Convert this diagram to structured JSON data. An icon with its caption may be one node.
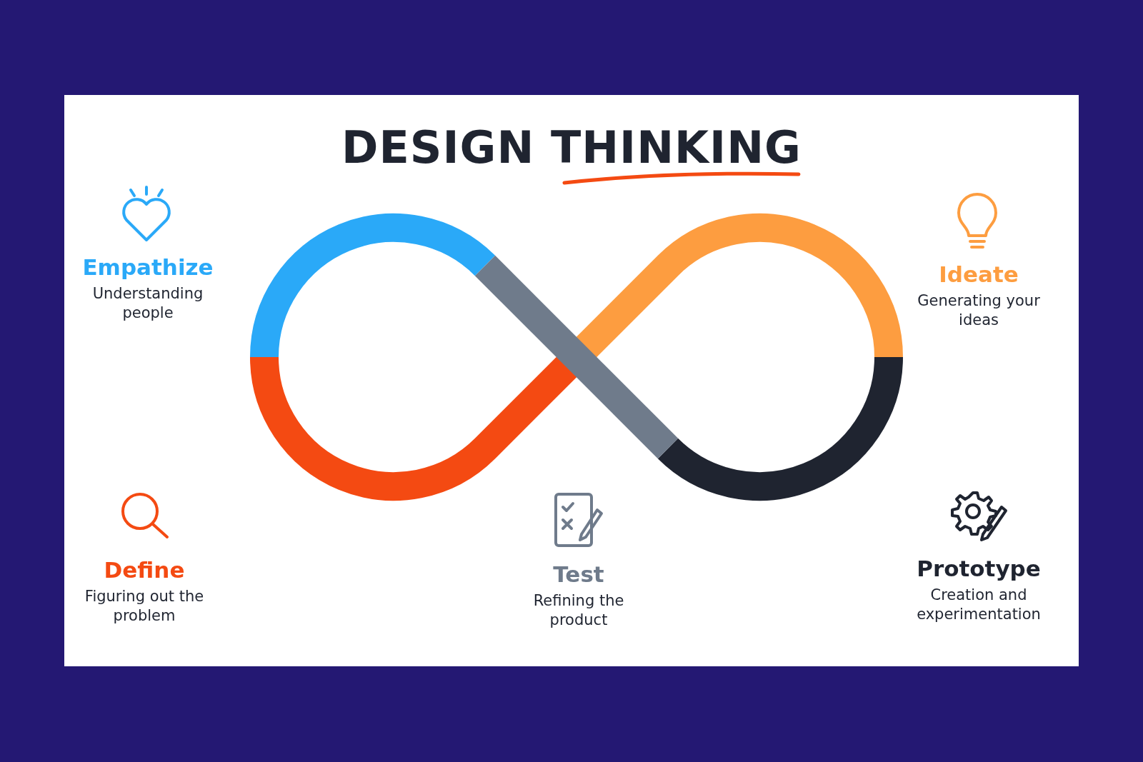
{
  "diagram": {
    "title": "DESIGN THINKING",
    "nodes": [
      {
        "text": [
          "Empathize",
          "Understanding people"
        ]
      },
      {
        "text": [
          "Ideate",
          "Generating your ideas"
        ]
      },
      {
        "text": [
          "Define",
          "Figuring out the problem"
        ]
      },
      {
        "text": [
          "Test",
          "Refining the product"
        ]
      },
      {
        "text": [
          "Prototype",
          "Creation and experimentation"
        ]
      }
    ]
  }
}
